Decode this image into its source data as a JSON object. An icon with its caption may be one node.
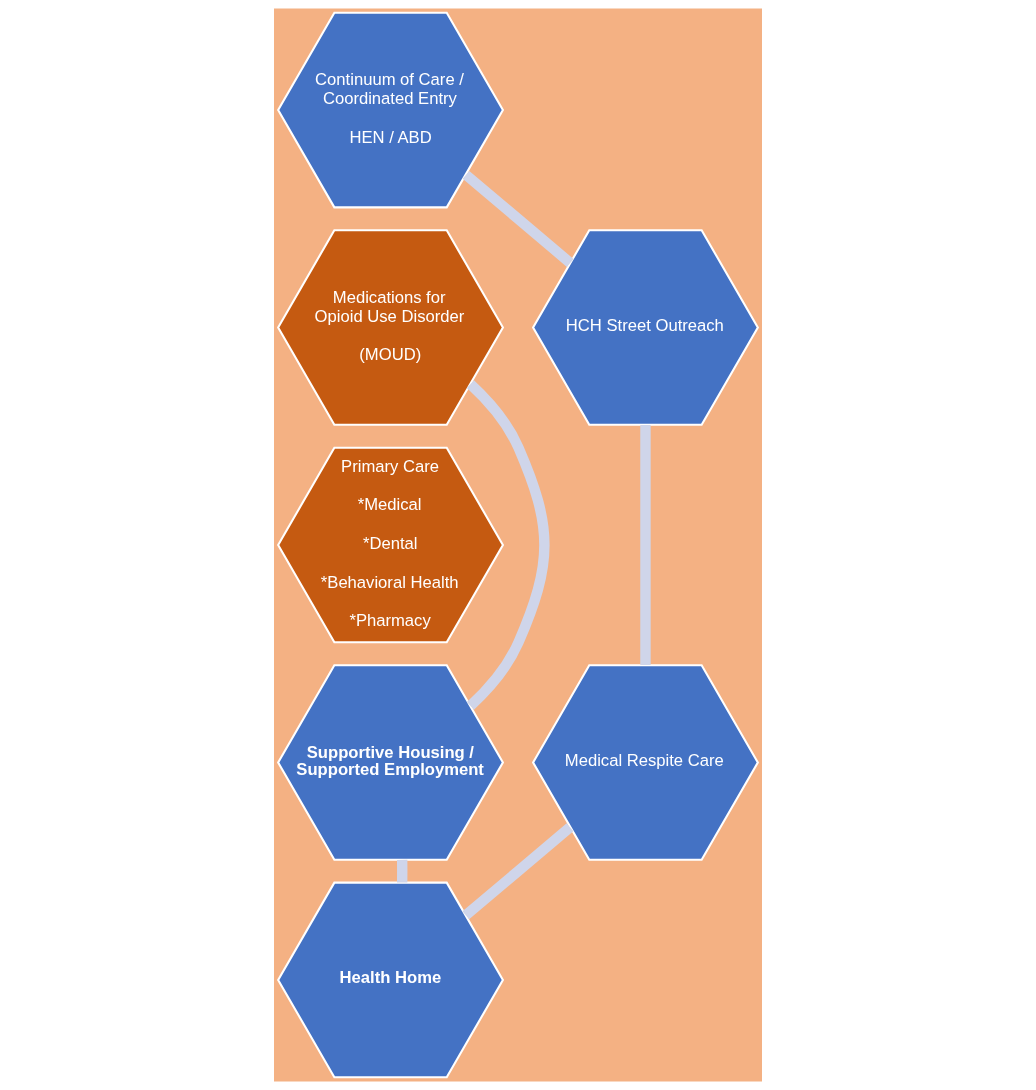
{
  "diagram": {
    "nodes": [
      {
        "text": [
          "Continuum of Care / Coordinated Entry",
          "HEN / ABD"
        ]
      },
      {
        "text": [
          "Medications for Opioid Use Disorder",
          "(MOUD)"
        ]
      },
      {
        "text": [
          "HCH Street Outreach"
        ]
      },
      {
        "text": [
          "Primary Care",
          "*Medical",
          "*Dental",
          "*Behavioral Health",
          "*Pharmacy"
        ]
      },
      {
        "text": [
          "Medical Respite Care"
        ]
      },
      {
        "text": [
          "Supportive Housing / Supported Employment"
        ]
      },
      {
        "text": [
          "Health Home"
        ]
      }
    ],
    "edges": [
      {
        "from": 0,
        "to": 2,
        "arrow": "none"
      },
      {
        "from": 2,
        "to": 4,
        "arrow": "none"
      },
      {
        "from": 4,
        "to": 6,
        "arrow": "none"
      },
      {
        "from": 6,
        "to": 5,
        "arrow": "none"
      },
      {
        "from": 5,
        "to": 1,
        "arrow": "none"
      }
    ]
  }
}
